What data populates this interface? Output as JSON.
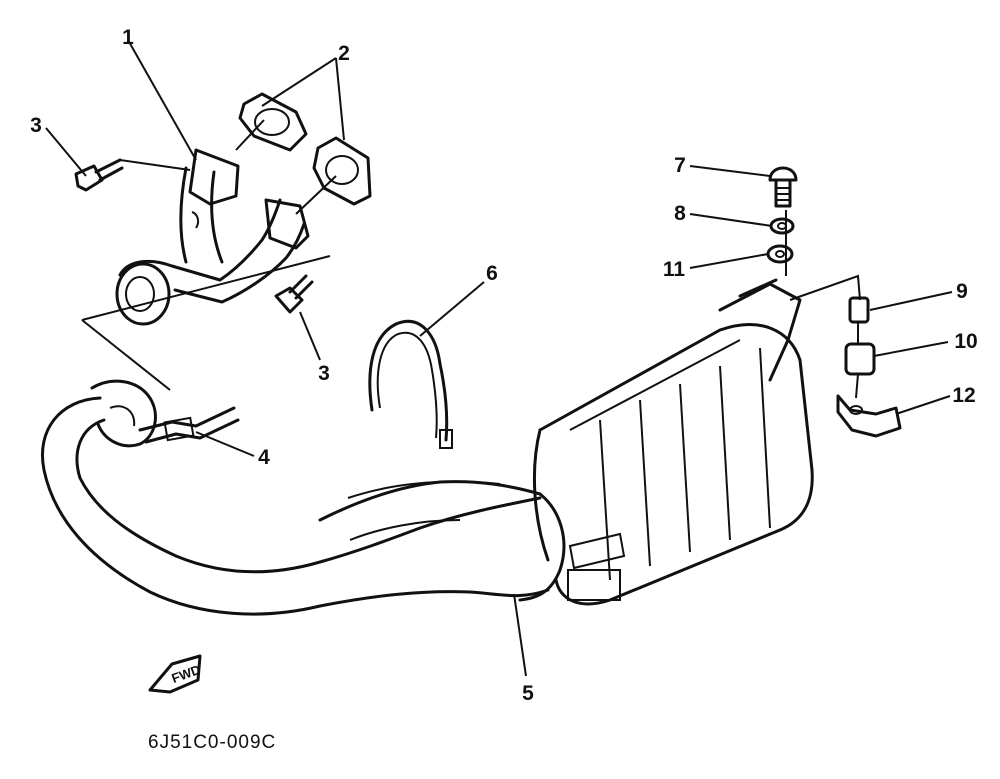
{
  "callouts": {
    "c1": "1",
    "c2": "2",
    "c3a": "3",
    "c3b": "3",
    "c4": "4",
    "c5": "5",
    "c6": "6",
    "c7": "7",
    "c8": "8",
    "c9": "9",
    "c10": "10",
    "c11": "11",
    "c12": "12"
  },
  "fwd_label": "FWD",
  "drawing_code": "6J51C0-009C"
}
